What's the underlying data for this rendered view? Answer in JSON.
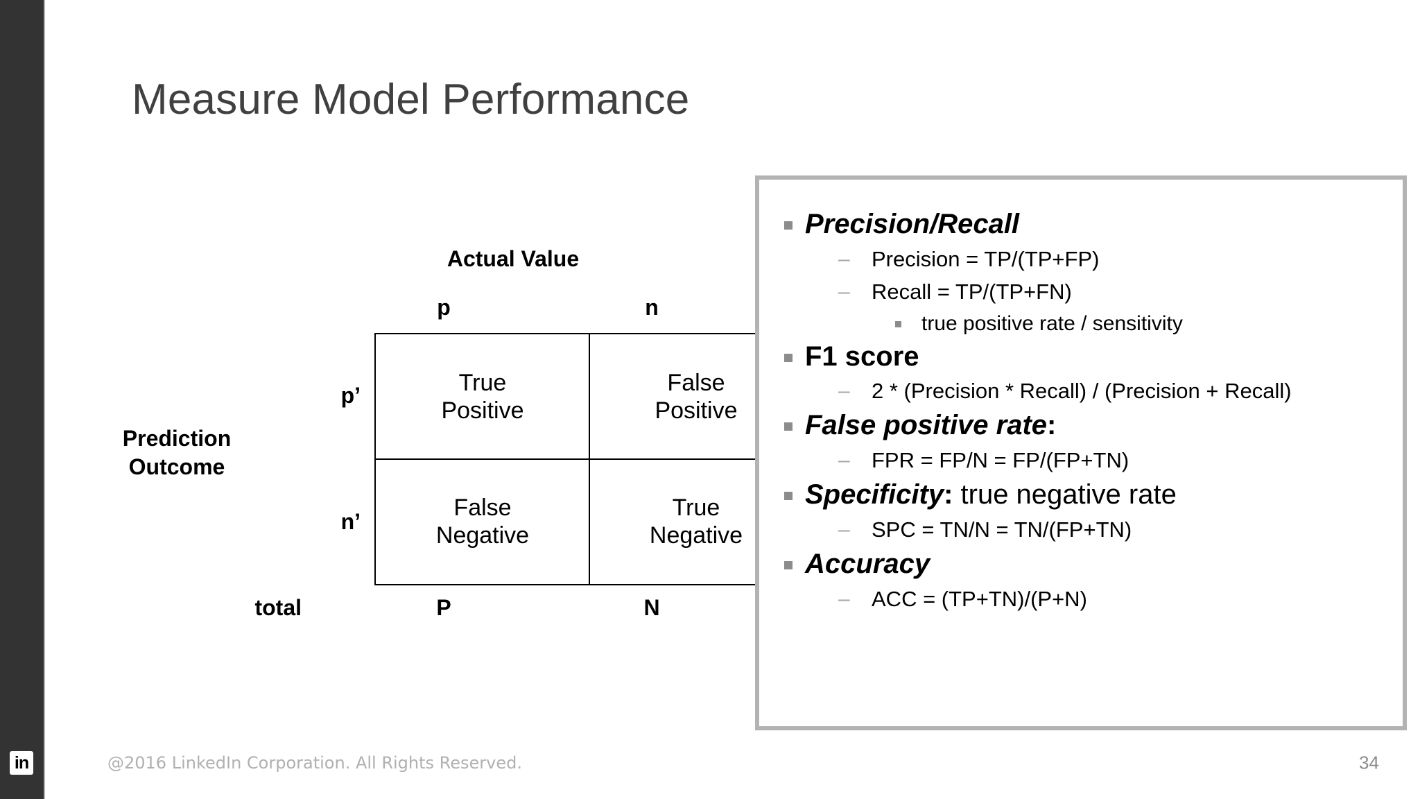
{
  "slide": {
    "title": "Measure Model Performance",
    "page_number": "34",
    "copyright": "@2016 LinkedIn Corporation. All Rights Reserved.",
    "logo_text": "in",
    "accent_strip_color": "#333333",
    "panel_border_color": "#b3b3b3",
    "title_color": "#404040",
    "bullet_color": "#8c8c8c"
  },
  "confusion_matrix": {
    "top_axis_label": "Actual Value",
    "side_axis_label_line1": "Prediction",
    "side_axis_label_line2": "Outcome",
    "column_headers": [
      "p",
      "n"
    ],
    "row_headers": [
      "p’",
      "n’"
    ],
    "cells": [
      [
        {
          "line1": "True",
          "line2": "Positive"
        },
        {
          "line1": "False",
          "line2": "Positive"
        }
      ],
      [
        {
          "line1": "False",
          "line2": "Negative"
        },
        {
          "line1": "True",
          "line2": "Negative"
        }
      ]
    ],
    "total_label": "total",
    "totals": [
      "P",
      "N"
    ]
  },
  "metrics": [
    {
      "heading": "Precision/Recall",
      "heading_style": "bold-italic",
      "heading_suffix": "",
      "sub_items": [
        {
          "dash": "–",
          "text": "Precision = TP/(TP+FP)",
          "children": []
        },
        {
          "dash": "–",
          "text": "Recall = TP/(TP+FN)",
          "children": [
            {
              "text": "true positive rate / sensitivity"
            }
          ]
        }
      ]
    },
    {
      "heading": "F1 score",
      "heading_style": "bold",
      "heading_suffix": "",
      "sub_items": [
        {
          "dash": "–",
          "text": "2 * (Precision * Recall) / (Precision + Recall)",
          "children": []
        }
      ]
    },
    {
      "heading": "False positive rate",
      "heading_style": "bold-italic",
      "heading_suffix": ":",
      "sub_items": [
        {
          "dash": "–",
          "text": "FPR = FP/N = FP/(FP+TN)",
          "children": []
        }
      ]
    },
    {
      "heading": "Specificity",
      "heading_style": "bold-italic",
      "heading_suffix": ":",
      "heading_trailing_plain": " true negative rate",
      "sub_items": [
        {
          "dash": "–",
          "text": "SPC = TN/N = TN/(FP+TN)",
          "children": []
        }
      ]
    },
    {
      "heading": "Accuracy",
      "heading_style": "bold-italic",
      "heading_suffix": "",
      "sub_items": [
        {
          "dash": "–",
          "text": "ACC = (TP+TN)/(P+N)",
          "children": []
        }
      ]
    }
  ]
}
